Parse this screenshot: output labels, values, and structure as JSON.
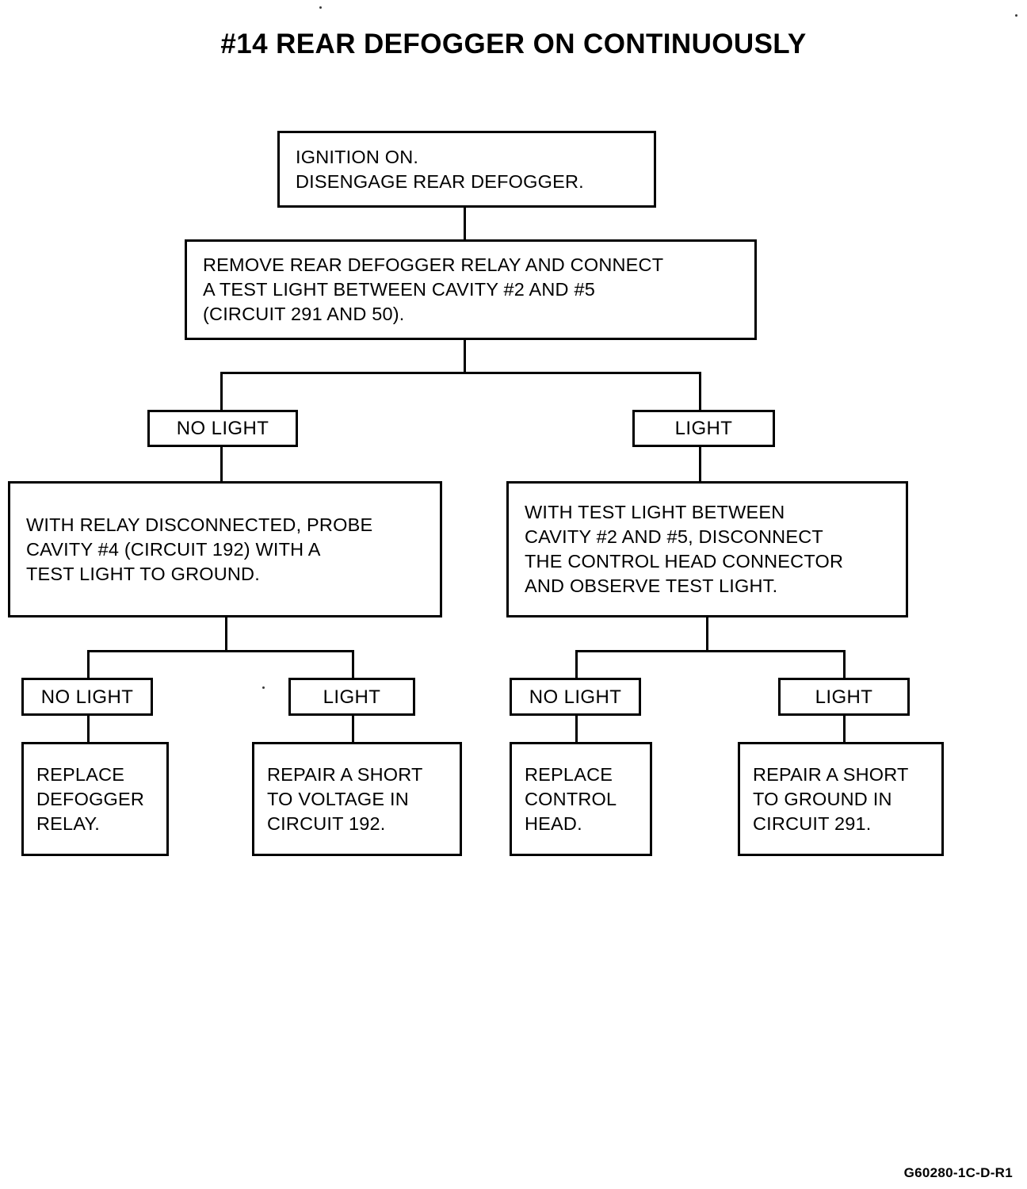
{
  "document": {
    "title": "#14 REAR DEFOGGER ON CONTINUOUSLY",
    "footer_code": "G60280-1C-D-R1",
    "ink_color": "#000000",
    "background_color": "#ffffff"
  },
  "flowchart": {
    "type": "troubleshooting-flowchart",
    "nodes": {
      "start": {
        "label": "IGNITION ON.\nDISENGAGE REAR DEFOGGER.",
        "kind": "step"
      },
      "test1": {
        "label": "REMOVE REAR DEFOGGER RELAY AND CONNECT\nA TEST LIGHT BETWEEN CAVITY #2 AND #5\n(CIRCUIT 291 AND 50).",
        "kind": "step"
      },
      "branch_a": {
        "label": "NO LIGHT",
        "kind": "decision"
      },
      "branch_b": {
        "label": "LIGHT",
        "kind": "decision"
      },
      "test_left": {
        "label": "WITH RELAY DISCONNECTED, PROBE\nCAVITY #4 (CIRCUIT 192) WITH A\nTEST LIGHT TO GROUND.",
        "kind": "step"
      },
      "test_right": {
        "label": "WITH TEST LIGHT BETWEEN\nCAVITY #2 AND #5, DISCONNECT\nTHE CONTROL HEAD CONNECTOR\nAND OBSERVE TEST LIGHT.",
        "kind": "step"
      },
      "branch_l1": {
        "label": "NO LIGHT",
        "kind": "decision"
      },
      "branch_l2": {
        "label": "LIGHT",
        "kind": "decision"
      },
      "branch_r1": {
        "label": "NO LIGHT",
        "kind": "decision"
      },
      "branch_r2": {
        "label": "LIGHT",
        "kind": "decision"
      },
      "result_l1": {
        "label": "REPLACE\nDEFOGGER\nRELAY.",
        "kind": "result"
      },
      "result_l2": {
        "label": "REPAIR A SHORT\nTO VOLTAGE IN\nCIRCUIT 192.",
        "kind": "result"
      },
      "result_r1": {
        "label": "REPLACE\nCONTROL\nHEAD.",
        "kind": "result"
      },
      "result_r2": {
        "label": "REPAIR A SHORT\nTO GROUND IN\nCIRCUIT 291.",
        "kind": "result"
      }
    }
  }
}
